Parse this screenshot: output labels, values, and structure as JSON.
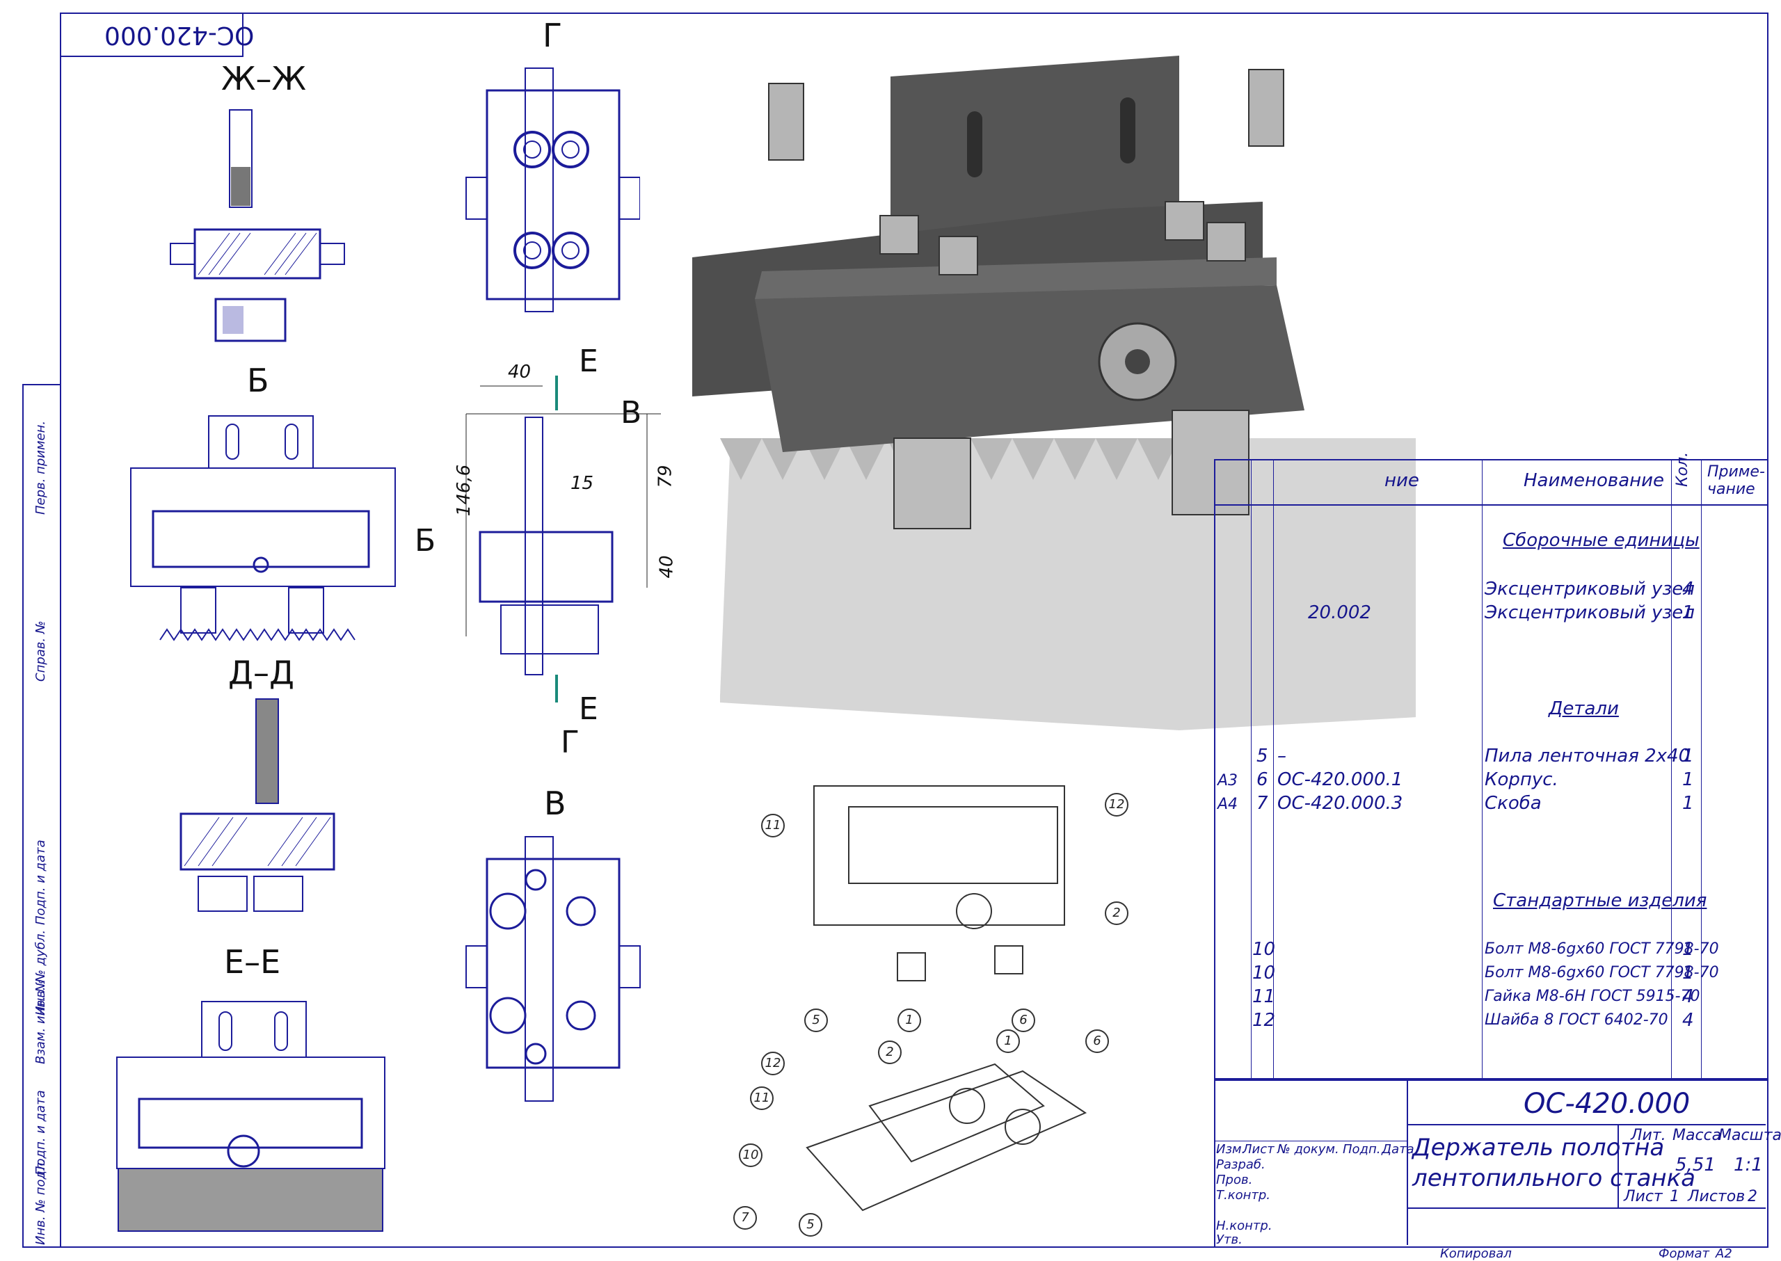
{
  "doc_code_top": "ОС-420.000",
  "views": {
    "zh": "Ж–Ж",
    "g": "Г",
    "b": "Б",
    "d": "Д–Д",
    "e": "Е–Е",
    "v": "В"
  },
  "dims": {
    "d40": "40",
    "d146": "146,6",
    "d15": "15",
    "d79": "79",
    "d40b": "40",
    "e_top": "Е",
    "e_bot": "Е",
    "v_arrow": "В",
    "b_arrow": "Б",
    "g_arrow": "Г"
  },
  "side_labels": [
    "Перв. примен.",
    "Справ. №",
    "Подп. и дата",
    "Инв. № дубл.",
    "Взам. инв. №",
    "Подп. и дата",
    "Инв. № подл."
  ],
  "spec": {
    "col_name_frag": "ние",
    "col_naimen": "Наименование",
    "col_kol": "Кол.",
    "col_prim": "Приме- чание",
    "section1": "Сборочные единицы",
    "section2": "Детали",
    "section3": "Стандартные изделия",
    "rows1": [
      {
        "desig": "",
        "name": "Эксцентриковый узел",
        "qty": "4"
      },
      {
        "desig": "20.002",
        "name": "Эксцентриковый узел",
        "qty": "1"
      }
    ],
    "rows2": [
      {
        "fmt": "",
        "pos": "5",
        "desig": "–",
        "name": "Пила ленточная 2х40",
        "qty": "1"
      },
      {
        "fmt": "А3",
        "pos": "6",
        "desig": "ОС-420.000.1",
        "name": "Корпус.",
        "qty": "1"
      },
      {
        "fmt": "А4",
        "pos": "7",
        "desig": "ОС-420.000.3",
        "name": "Скоба",
        "qty": "1"
      }
    ],
    "rows3": [
      {
        "pos": "10",
        "name": "Болт М8-6gх60 ГОСТ 7798-70",
        "qty": "1"
      },
      {
        "pos": "10",
        "name": "Болт М8-6gх60 ГОСТ 7798-70",
        "qty": "1"
      },
      {
        "pos": "11",
        "name": "Гайка М8-6Н ГОСТ 5915-70",
        "qty": "4"
      },
      {
        "pos": "12",
        "name": "Шайба 8 ГОСТ 6402-70",
        "qty": "4"
      }
    ]
  },
  "stamp": {
    "code": "ОС-420.000",
    "title_l1": "Держатель полотна",
    "title_l2": "лентопильного станка",
    "lit": "Лит.",
    "massa": "Масса",
    "masshtab": "Масштаб",
    "mass_val": "5,51",
    "scale_val": "1:1",
    "list": "Лист",
    "list_n": "1",
    "listov": "Листов",
    "listov_n": "2",
    "izm": "Изм.",
    "list2": "Лист",
    "ndokum": "№ докум.",
    "podp": "Подп.",
    "data": "Дата",
    "razrab": "Разраб.",
    "prov": "Пров.",
    "tkontr": "Т.контр.",
    "nkontr": "Н.контр.",
    "utv": "Утв.",
    "kopiroval": "Копировал",
    "format": "Формат",
    "format_val": "А2"
  },
  "callouts": [
    "11",
    "12",
    "2",
    "5",
    "1",
    "6",
    "12",
    "11",
    "10",
    "2",
    "1",
    "6",
    "7",
    "5"
  ]
}
